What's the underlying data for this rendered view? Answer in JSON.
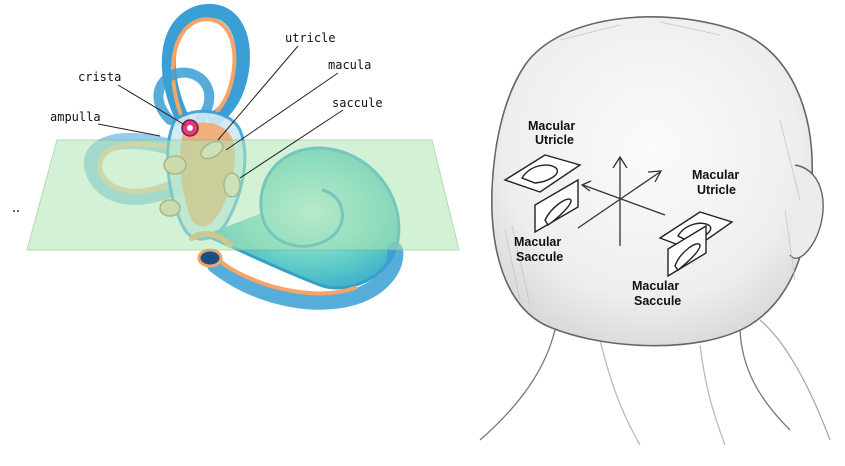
{
  "ear_diagram": {
    "labels": {
      "utricle": "utricle",
      "macula": "macula",
      "crista": "crista",
      "ampulla": "ampulla",
      "saccule": "saccule"
    },
    "colors": {
      "canal_blue": "#3a9fd4",
      "endolymph_orange": "#f4a466",
      "plane_green": "#aee6b4",
      "cochlea_teal": "#4fc4c0"
    }
  },
  "head_diagram": {
    "labels": {
      "left_macular_utricle": [
        "Macular",
        "Utricle"
      ],
      "left_macular_saccule": [
        "Macular",
        "Saccule"
      ],
      "right_macular_utricle": [
        "Macular",
        "Utricle"
      ],
      "right_macular_saccule": [
        "Macular",
        "Saccule"
      ]
    },
    "colors": {
      "sketch_line": "#6b6b6b",
      "head_fill": "#f2f2f2"
    }
  }
}
